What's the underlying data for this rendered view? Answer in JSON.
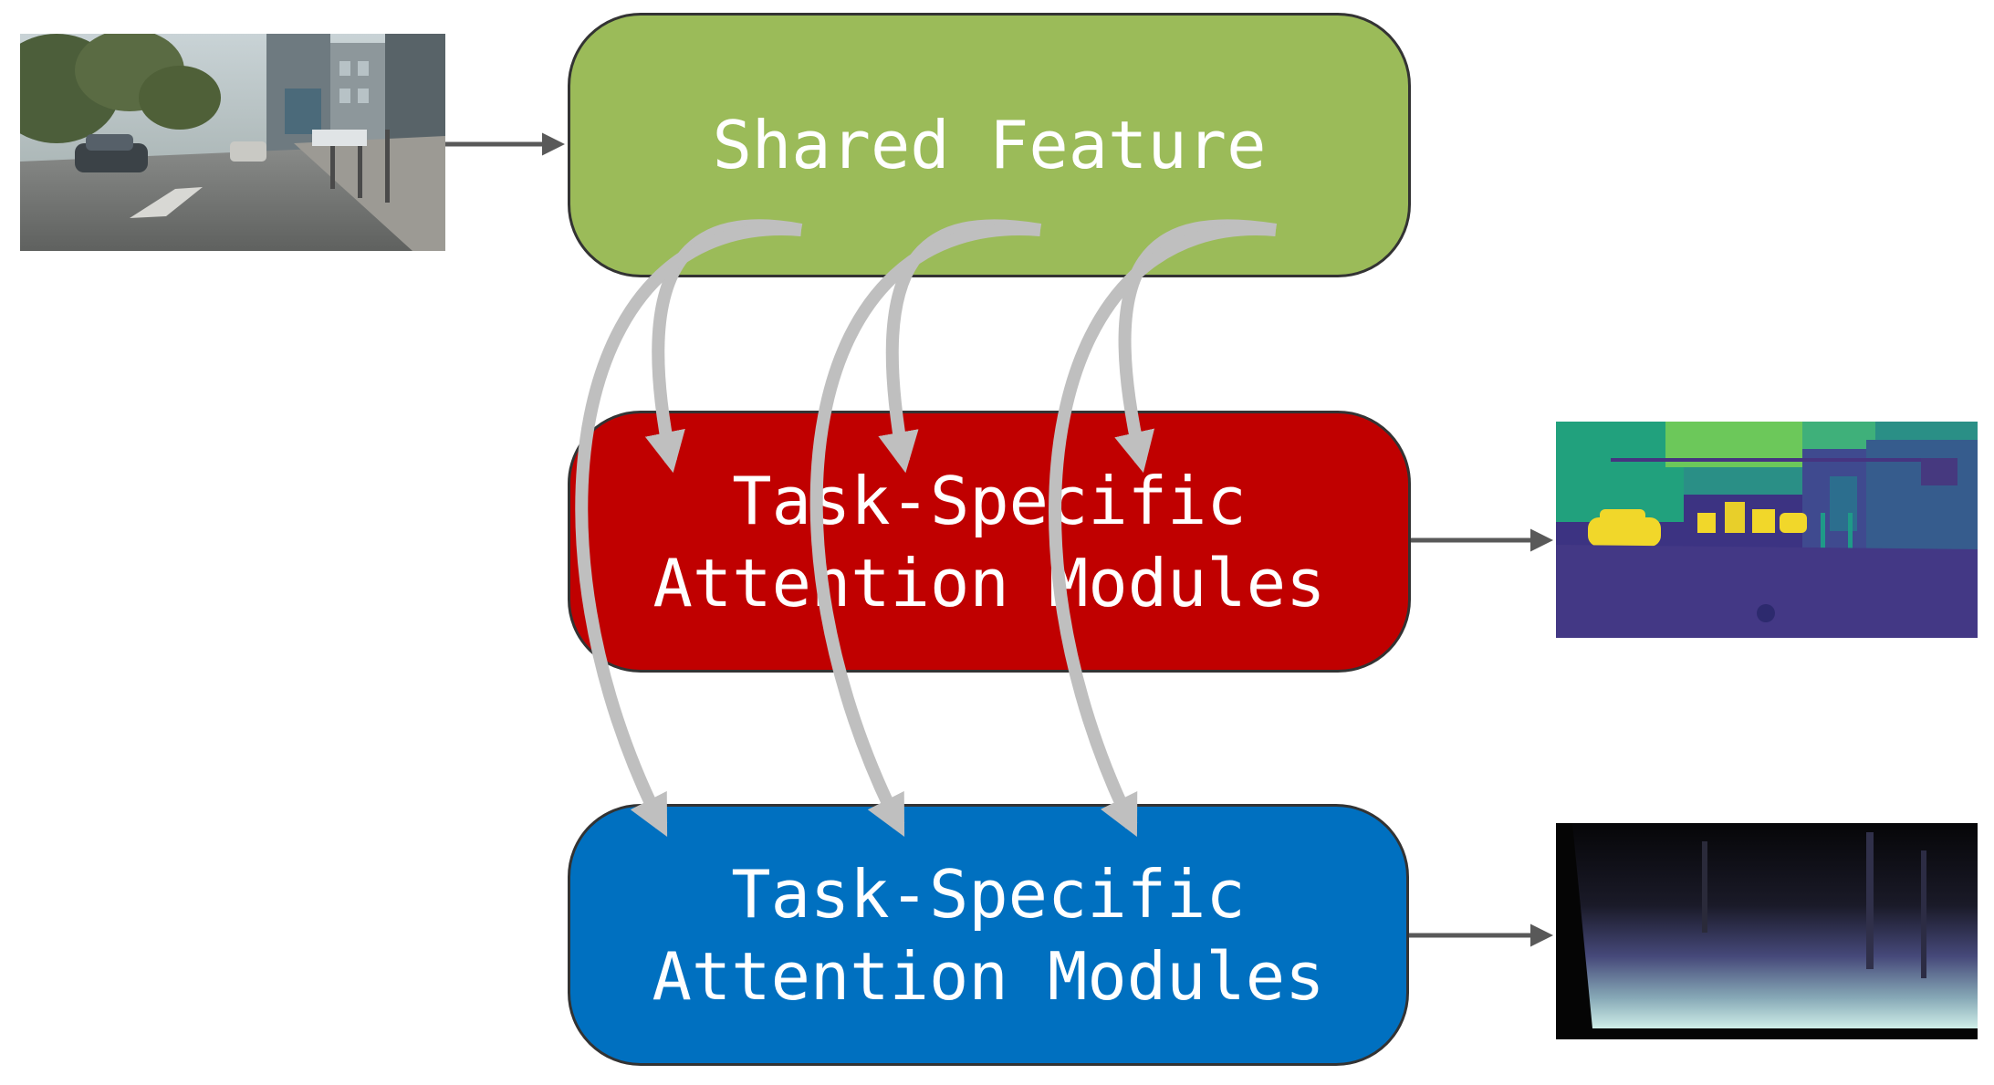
{
  "diagram": {
    "shared_feature": {
      "label": "Shared Feature",
      "color": "#9bbb59"
    },
    "task_module_1": {
      "line1": "Task-Specific",
      "line2": "Attention Modules",
      "color": "#c00000"
    },
    "task_module_2": {
      "line1": "Task-Specific",
      "line2": "Attention Modules",
      "color": "#0070c0"
    },
    "arrow_colors": {
      "flow": "#595959",
      "attention": "#bfbfbf"
    },
    "images": {
      "input": "street-scene-photo",
      "output_1": "semantic-segmentation-map",
      "output_2": "depth-map"
    }
  }
}
